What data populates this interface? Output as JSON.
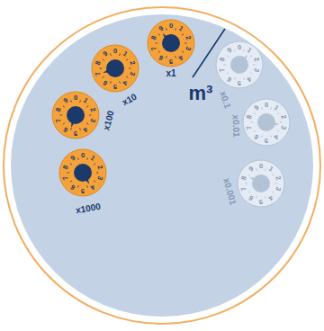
{
  "diagram": {
    "labels": [
      "m³",
      "x1000",
      "0",
      "1",
      "2",
      "3",
      "4",
      "5",
      "6",
      "7",
      "8",
      "9",
      "x100",
      "0",
      "1",
      "2",
      "3",
      "4",
      "5",
      "6",
      "7",
      "8",
      "9",
      "x10",
      "0",
      "1",
      "2",
      "3",
      "4",
      "5",
      "6",
      "7",
      "8",
      "9",
      "x1",
      "0",
      "1",
      "2",
      "3",
      "4",
      "5",
      "6",
      "7",
      "8",
      "9",
      "x0.1",
      "0",
      "1",
      "2",
      "3",
      "4",
      "5",
      "6",
      "7",
      "8",
      "9",
      "x0.01",
      "0",
      "1",
      "2",
      "3",
      "4",
      "5",
      "6",
      "7",
      "8",
      "9",
      "x0.001",
      "0",
      "1",
      "2",
      "3",
      "4",
      "5",
      "6",
      "7",
      "8",
      "9"
    ]
  }
}
